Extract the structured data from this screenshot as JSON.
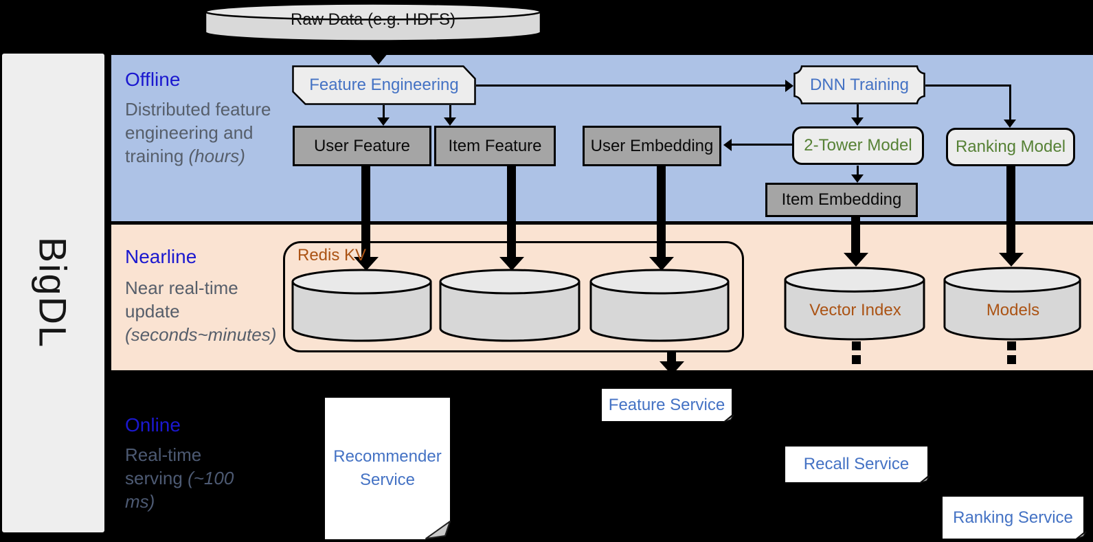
{
  "sidebar": {
    "title": "BigDL"
  },
  "pipeline": {
    "raw_data": "Raw Data (e.g. HDFS)",
    "offline": {
      "label": "Offline",
      "description": "Distributed feature engineering and training",
      "latency": "(hours)",
      "nodes": {
        "feature_engineering": "Feature Engineering",
        "dnn_training": "DNN Training",
        "user_feature": "User Feature",
        "item_feature": "Item Feature",
        "user_embedding": "User Embedding",
        "two_tower_model": "2-Tower Model",
        "ranking_model": "Ranking Model",
        "item_embedding": "Item Embedding"
      }
    },
    "nearline": {
      "label": "Nearline",
      "description": "Near real-time update",
      "latency": "(seconds~minutes)",
      "nodes": {
        "redis_kv": "Redis KV",
        "vector_index": "Vector Index",
        "models": "Models"
      }
    },
    "online": {
      "label": "Online",
      "description": "Real-time serving",
      "latency": "(~100 ms)",
      "nodes": {
        "recommender_service": "Recommender Service",
        "feature_service": "Feature Service",
        "recall_service": "Recall Service",
        "ranking_service": "Ranking Service"
      }
    }
  },
  "colors": {
    "offline_band": "#adc2e6",
    "nearline_band": "#fae3d2",
    "online_band": "#000000",
    "band_label_blue": "#1b18cf",
    "band_desc_gray": "#565e6a",
    "node_text_blue": "#4472c4",
    "node_text_green": "#568135",
    "storage_text_brown": "#ab5314",
    "gray_node_fill": "#a5a5a5",
    "soft_node_fill": "#ededed",
    "cylinder_fill": "#d7d7d7"
  }
}
